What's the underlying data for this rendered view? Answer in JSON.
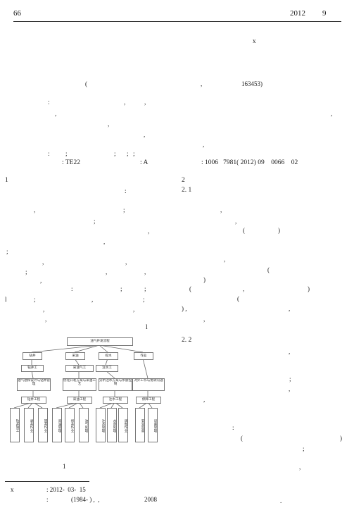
{
  "header": {
    "page_number": "66",
    "year": "2012",
    "issue": "9"
  },
  "title_mark": "x",
  "affiliation": {
    "open_paren": "(",
    "comma": ",",
    "postcode": "163453)"
  },
  "abstract_marks": {
    "l1a": ":",
    "l1b": ",",
    "l1c": ",",
    "l2a": ",",
    "l2b": ",",
    "l3a": ",",
    "l4a": ",",
    "l5a": ","
  },
  "keywords_marks": {
    "k1": ":",
    "k2": ";",
    "k3": ";",
    "k4": ";",
    "k5": ";"
  },
  "classification": {
    "clc": ": TE22",
    "doc_code": ": A",
    "article_id": ": 1006   7981( 2012) 09    0066    02"
  },
  "left_col": {
    "section_num": "1",
    "marks": [
      ":",
      ",",
      ";",
      ";",
      ",",
      ",",
      ";",
      ",",
      ",",
      ";",
      ",",
      ",",
      ",",
      ":",
      ";",
      ";",
      "l",
      ";",
      ",",
      ";",
      ",",
      ",",
      ",",
      "l"
    ]
  },
  "right_col": {
    "section_num": "2",
    "sub1": "2. 1",
    "sub2": "2. 2",
    "marks": [
      ",",
      ",",
      "(",
      ")",
      ",",
      "(",
      ")",
      "(",
      ",",
      ")",
      "(",
      ") ,",
      ",",
      ",",
      ",",
      ";",
      ",",
      ",",
      ":",
      "(",
      ")",
      ";",
      ",",
      "."
    ]
  },
  "figure": {
    "caption_num": "1",
    "top": "油气开发流程",
    "level2": [
      "钻井",
      "采油",
      "控水",
      "作业"
    ],
    "level3": [
      "钻井工",
      "采油气工",
      "注水工"
    ],
    "level4": [
      "油气勘探设计与钻井管理",
      "优化开发方案与采油工艺",
      "分析注水方案与水质控制",
      "对外工作与协调沟通"
    ],
    "level5": [
      "钻井工程",
      "采油工程",
      "注水工程",
      "保障工程"
    ],
    "leaves": [
      "钻井施工",
      "录井作业",
      "固井作业",
      "采油管理",
      "修井作业",
      "油气处理",
      "注水管理",
      "水质处理",
      "调剖作业",
      "安全监督",
      "设备管理"
    ]
  },
  "footnote": {
    "mark": "x",
    "received": ": 2012-  03-  15",
    "author_a": ":",
    "author_b": "(1984- ) ,  ,",
    "year": "2008"
  }
}
